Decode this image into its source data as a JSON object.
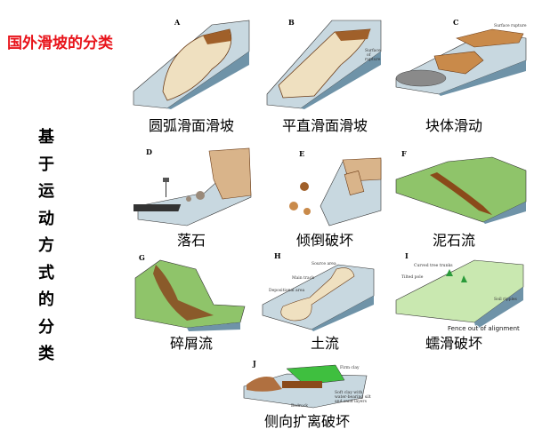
{
  "title": "国外滑坡的分类",
  "side_label": [
    "基",
    "于",
    "运",
    "动",
    "方",
    "式",
    "的",
    "分",
    "类"
  ],
  "panels": [
    {
      "letter": "A",
      "caption": "圆弧滑面滑坡"
    },
    {
      "letter": "B",
      "caption": "平直滑面滑坡",
      "labels": [
        "Surface",
        "of",
        "rupture"
      ]
    },
    {
      "letter": "C",
      "caption": "块体滑动",
      "labels": [
        "Surface rupture"
      ]
    },
    {
      "letter": "D",
      "caption": "落石"
    },
    {
      "letter": "E",
      "caption": "倾倒破坏"
    },
    {
      "letter": "F",
      "caption": "泥石流"
    },
    {
      "letter": "G",
      "caption": "碎屑流"
    },
    {
      "letter": "H",
      "caption": "土流",
      "labels": [
        "Source area",
        "Main track",
        "Depositional area"
      ]
    },
    {
      "letter": "I",
      "caption": "蠕滑破坏",
      "labels": [
        "Curved tree trunks",
        "Tilted pole",
        "Soil ripples",
        "Fence out of alignment"
      ]
    },
    {
      "letter": "J",
      "caption": "侧向扩离破坏",
      "labels": [
        "Firm clay",
        "Soft clay with",
        "water-bearing silt",
        "and sand layers",
        "Bedrock"
      ]
    }
  ],
  "colors": {
    "title": "#e8141b",
    "rock": "#6f93a8",
    "surface": "#c8d8e0",
    "soil": "#a0602a",
    "deposit": "#efe0c0",
    "grass": "#8fc46a"
  }
}
